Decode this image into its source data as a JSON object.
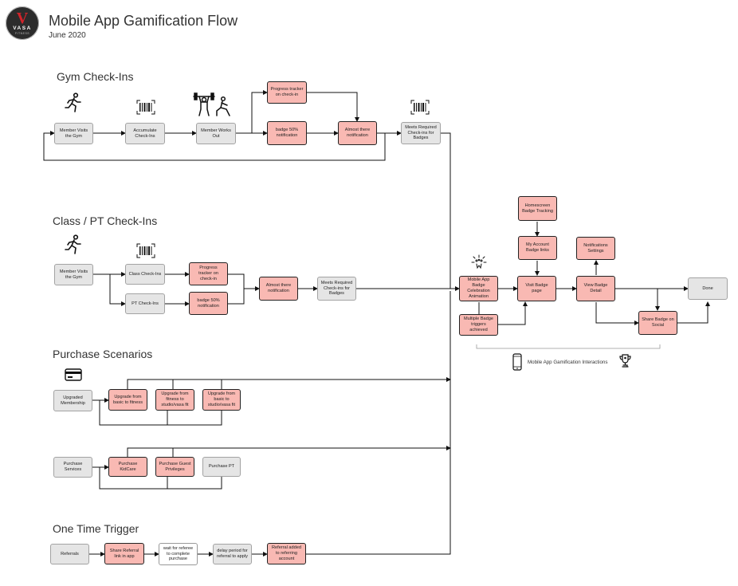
{
  "header": {
    "title": "Mobile App Gamification Flow",
    "date": "June 2020",
    "logo": {
      "initial": "V",
      "wordmark": "VASA",
      "tagline": "FITNESS"
    }
  },
  "sections": {
    "gym": "Gym Check-Ins",
    "class": "Class / PT Check-Ins",
    "purchase": "Purchase Scenarios",
    "one_time": "One Time Trigger"
  },
  "nodes": {
    "gym_visit": "Member Visits the Gym",
    "gym_accumulate": "Accumulate Check-Ins",
    "gym_workout": "Member Works Out",
    "gym_progress": "Progress tracker on check-in",
    "gym_badge50": "badge 50% notification",
    "gym_almost": "Almost there notification",
    "gym_meets": "Meets Required Check-ins for Badges",
    "class_visit": "Member Visits the Gym",
    "class_checkin": "Class Check-Ins",
    "pt_checkin": "PT Check-Ins",
    "class_progress": "Progress tracker on check-in",
    "class_badge50": "badge 50% notification",
    "class_almost": "Almost there notification",
    "class_meets": "Meets Required Check-ins for Badges",
    "upgraded_membership": "Upgraded Membership",
    "upgrade_fitness": "Upgrade from basic to fitness",
    "upgrade_studio1": "Upgrade from fitness to studio/vasa fit",
    "upgrade_studio2": "Upgrade from basic to studio/vasa fit",
    "purchase_services": "Purchase Services",
    "purchase_kidcare": "Purchase KidCare",
    "purchase_guest": "Purchase Guest Privileges",
    "purchase_pt": "Purchase PT",
    "referrals": "Referrals",
    "share_referral": "Share Referral link in app",
    "wait_referee": "wait for referee to complete purchase",
    "delay_period": "delay period for referral to apply",
    "referral_added": "Referral added to referring account",
    "badge_celebration": "Mobile App Badge Celebration Animation",
    "multiple_badge": "Multiple Badge triggers achieved",
    "visit_badge": "Visit Badge page",
    "my_account": "My Account Badge links",
    "homescreen": "Homescreen Badge Tracking",
    "view_badge": "View Badge Detail",
    "notifications": "Notifications Settings",
    "share_badge": "Share Badge on Social",
    "done": "Done"
  },
  "caption": "Mobile App Gamification Interactions",
  "icons": [
    "runner-icon",
    "barcode-icon",
    "weightlifter-icon",
    "credit-card-icon",
    "confetti-icon",
    "phone-icon",
    "trophy-icon"
  ],
  "colors": {
    "highlight": "#f9b9b3",
    "neutral": "#e5e5e5",
    "accent": "#d2232a",
    "line": "#111111"
  }
}
